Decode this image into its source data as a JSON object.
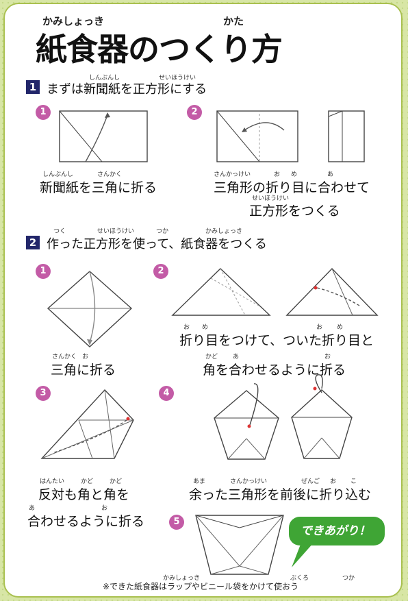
{
  "title": {
    "ruby_left": "かみしょっき",
    "ruby_right": "かた",
    "text": "紙食器のつくり方"
  },
  "section1": {
    "number": "1",
    "ruby": [
      "しんぶんし",
      "せいほうけい"
    ],
    "text": "まずは新聞紙を正方形にする",
    "steps": [
      {
        "number": "1",
        "ruby": [
          "しんぶんし",
          "さんかく"
        ],
        "caption": "新聞紙を三角に折る"
      },
      {
        "number": "2",
        "ruby": [
          "さんかっけい",
          "お",
          "め",
          "あ"
        ],
        "caption_line1": "三角形の折り目に合わせて",
        "ruby_line2": "せいほうけい",
        "caption_line2": "正方形をつくる"
      }
    ]
  },
  "section2": {
    "number": "2",
    "ruby": [
      "つく",
      "せいほうけい",
      "つか",
      "かみしょっき"
    ],
    "text": "作った正方形を使って、紙食器をつくる",
    "steps": [
      {
        "number": "1",
        "ruby": [
          "さんかく",
          "お"
        ],
        "caption": "三角に折る"
      },
      {
        "number": "2",
        "ruby": [
          "お",
          "め",
          "お",
          "め"
        ],
        "caption_line1": "折り目をつけて、ついた折り目と",
        "ruby_line2": [
          "かど",
          "あ",
          "お"
        ],
        "caption_line2": "角を合わせるように折る"
      },
      {
        "number": "3",
        "ruby": [
          "はんたい",
          "かど",
          "かど"
        ],
        "caption_line1": "反対も角と角を",
        "ruby_line2": [
          "あ",
          "お"
        ],
        "caption_line2": "合わせるように折る"
      },
      {
        "number": "4",
        "ruby": [
          "あま",
          "さんかっけい",
          "ぜんご",
          "お",
          "こ"
        ],
        "caption": "余った三角形を前後に折り込む"
      },
      {
        "number": "5"
      }
    ]
  },
  "done_label": "できあがり！",
  "note": {
    "ruby": [
      "かみしょっき",
      "ぶくろ",
      "つか"
    ],
    "text": "※できた紙食器はラップやビニール袋をかけて使おう"
  },
  "colors": {
    "step_badge": "#c35ba6",
    "section_badge": "#22266a",
    "done_bubble": "#3fa535",
    "frame": "#a9c04f"
  }
}
